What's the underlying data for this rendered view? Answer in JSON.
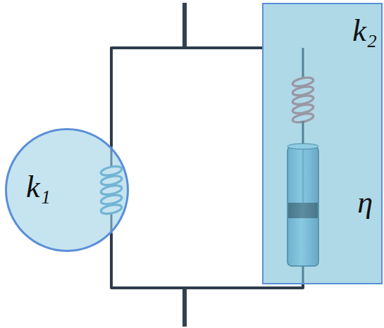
{
  "diagram": {
    "nodes": [
      {
        "text": [
          "k₁"
        ]
      },
      {
        "text": [
          "k₂",
          "η"
        ]
      }
    ],
    "edges": [
      {
        "from": 0,
        "to": 1,
        "arrow": "none"
      },
      {
        "from": 0,
        "to": 1,
        "arrow": "none"
      }
    ]
  }
}
